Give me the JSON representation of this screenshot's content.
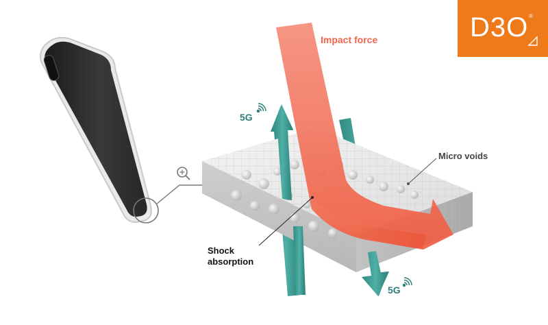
{
  "labels": {
    "impact_force": "Impact force",
    "micro_voids": "Micro voids",
    "signal_top": "5G",
    "signal_bottom": "5G",
    "shock_line1": "Shock",
    "shock_line2": "absorption"
  },
  "brand": {
    "logo_text": "D3O",
    "logo_symbol": "®"
  },
  "colors": {
    "brand_orange": "#ef7a1a",
    "impact_red": "#f06449",
    "signal_teal": "#3c9990",
    "phone_dark": "#2b2b2b",
    "pad_gray": "#d9d9d9"
  },
  "icons": {
    "zoom": "zoom-in-icon",
    "signal": "wifi-signal-icon"
  }
}
